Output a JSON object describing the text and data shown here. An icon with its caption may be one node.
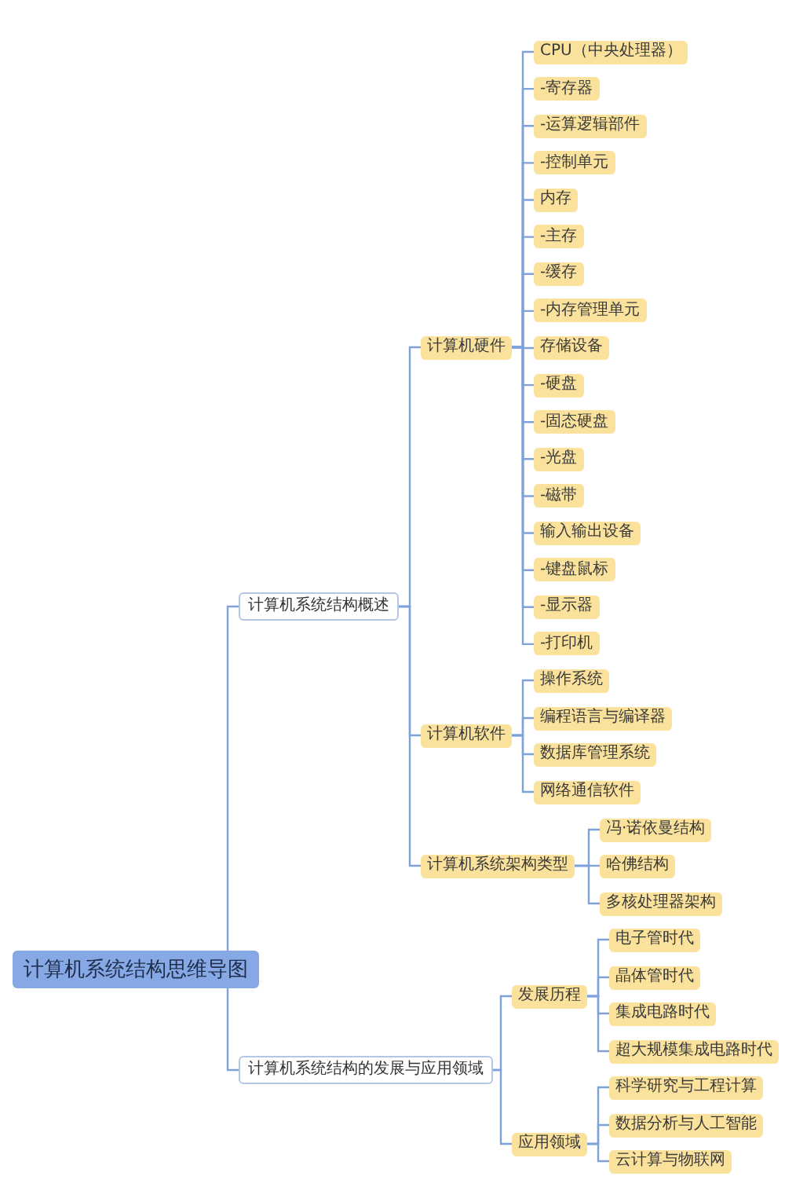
{
  "diagram": {
    "nodes": [
      {
        "text": [
          "计算机系统结构思维导图"
        ]
      },
      {
        "text": [
          "计算机系统结构概述"
        ]
      },
      {
        "text": [
          "计算机硬件"
        ]
      },
      {
        "text": [
          "CPU（中央处理器）"
        ]
      },
      {
        "text": [
          "-寄存器"
        ]
      },
      {
        "text": [
          "-运算逻辑部件"
        ]
      },
      {
        "text": [
          "-控制单元"
        ]
      },
      {
        "text": [
          "内存"
        ]
      },
      {
        "text": [
          "-主存"
        ]
      },
      {
        "text": [
          "-缓存"
        ]
      },
      {
        "text": [
          "-内存管理单元"
        ]
      },
      {
        "text": [
          "存储设备"
        ]
      },
      {
        "text": [
          "-硬盘"
        ]
      },
      {
        "text": [
          "-固态硬盘"
        ]
      },
      {
        "text": [
          "-光盘"
        ]
      },
      {
        "text": [
          "-磁带"
        ]
      },
      {
        "text": [
          "输入输出设备"
        ]
      },
      {
        "text": [
          "-键盘鼠标"
        ]
      },
      {
        "text": [
          "-显示器"
        ]
      },
      {
        "text": [
          "-打印机"
        ]
      },
      {
        "text": [
          "计算机软件"
        ]
      },
      {
        "text": [
          "操作系统"
        ]
      },
      {
        "text": [
          "编程语言与编译器"
        ]
      },
      {
        "text": [
          "数据库管理系统"
        ]
      },
      {
        "text": [
          "网络通信软件"
        ]
      },
      {
        "text": [
          "计算机系统架构类型"
        ]
      },
      {
        "text": [
          "冯·诺依曼结构"
        ]
      },
      {
        "text": [
          "哈佛结构"
        ]
      },
      {
        "text": [
          "多核处理器架构"
        ]
      },
      {
        "text": [
          "计算机系统结构的发展与应用领域"
        ]
      },
      {
        "text": [
          "发展历程"
        ]
      },
      {
        "text": [
          "电子管时代"
        ]
      },
      {
        "text": [
          "晶体管时代"
        ]
      },
      {
        "text": [
          "集成电路时代"
        ]
      },
      {
        "text": [
          "超大规模集成电路时代"
        ]
      },
      {
        "text": [
          "应用领域"
        ]
      },
      {
        "text": [
          "科学研究与工程计算"
        ]
      },
      {
        "text": [
          "数据分析与人工智能"
        ]
      },
      {
        "text": [
          "云计算与物联网"
        ]
      }
    ],
    "edges": [
      {
        "from": 0,
        "to": 1,
        "arrow": "none"
      },
      {
        "from": 1,
        "to": 2,
        "arrow": "none"
      },
      {
        "from": 2,
        "to": 3,
        "arrow": "none"
      },
      {
        "from": 2,
        "to": 4,
        "arrow": "none"
      },
      {
        "from": 2,
        "to": 5,
        "arrow": "none"
      },
      {
        "from": 2,
        "to": 6,
        "arrow": "none"
      },
      {
        "from": 2,
        "to": 7,
        "arrow": "none"
      },
      {
        "from": 2,
        "to": 8,
        "arrow": "none"
      },
      {
        "from": 2,
        "to": 9,
        "arrow": "none"
      },
      {
        "from": 2,
        "to": 10,
        "arrow": "none"
      },
      {
        "from": 2,
        "to": 11,
        "arrow": "none"
      },
      {
        "from": 2,
        "to": 12,
        "arrow": "none"
      },
      {
        "from": 2,
        "to": 13,
        "arrow": "none"
      },
      {
        "from": 2,
        "to": 14,
        "arrow": "none"
      },
      {
        "from": 2,
        "to": 15,
        "arrow": "none"
      },
      {
        "from": 2,
        "to": 16,
        "arrow": "none"
      },
      {
        "from": 2,
        "to": 17,
        "arrow": "none"
      },
      {
        "from": 2,
        "to": 18,
        "arrow": "none"
      },
      {
        "from": 2,
        "to": 19,
        "arrow": "none"
      },
      {
        "from": 1,
        "to": 20,
        "arrow": "none"
      },
      {
        "from": 20,
        "to": 21,
        "arrow": "none"
      },
      {
        "from": 20,
        "to": 22,
        "arrow": "none"
      },
      {
        "from": 20,
        "to": 23,
        "arrow": "none"
      },
      {
        "from": 20,
        "to": 24,
        "arrow": "none"
      },
      {
        "from": 1,
        "to": 25,
        "arrow": "none"
      },
      {
        "from": 25,
        "to": 26,
        "arrow": "none"
      },
      {
        "from": 25,
        "to": 27,
        "arrow": "none"
      },
      {
        "from": 25,
        "to": 28,
        "arrow": "none"
      },
      {
        "from": 0,
        "to": 29,
        "arrow": "none"
      },
      {
        "from": 29,
        "to": 30,
        "arrow": "none"
      },
      {
        "from": 30,
        "to": 31,
        "arrow": "none"
      },
      {
        "from": 30,
        "to": 32,
        "arrow": "none"
      },
      {
        "from": 30,
        "to": 33,
        "arrow": "none"
      },
      {
        "from": 30,
        "to": 34,
        "arrow": "none"
      },
      {
        "from": 29,
        "to": 35,
        "arrow": "none"
      },
      {
        "from": 35,
        "to": 36,
        "arrow": "none"
      },
      {
        "from": 35,
        "to": 37,
        "arrow": "none"
      },
      {
        "from": 35,
        "to": 38,
        "arrow": "none"
      }
    ]
  }
}
